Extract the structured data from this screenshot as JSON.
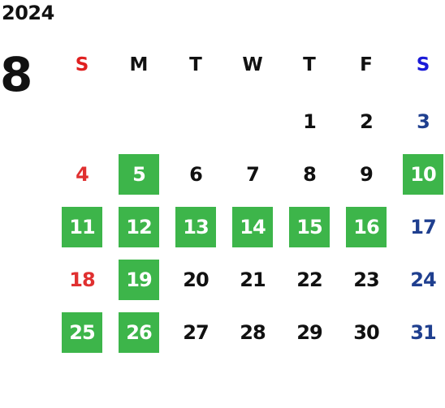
{
  "calendar": {
    "year": "2024",
    "month": "8",
    "weekdays": [
      "S",
      "M",
      "T",
      "W",
      "T",
      "F",
      "S"
    ],
    "first_weekday_index": 4,
    "weeks": [
      [
        "",
        "",
        "",
        "",
        "1",
        "2",
        "3"
      ],
      [
        "4",
        "5",
        "6",
        "7",
        "8",
        "9",
        "10"
      ],
      [
        "11",
        "12",
        "13",
        "14",
        "15",
        "16",
        "17"
      ],
      [
        "18",
        "19",
        "20",
        "21",
        "22",
        "23",
        "24"
      ],
      [
        "25",
        "26",
        "27",
        "28",
        "29",
        "30",
        "31"
      ]
    ],
    "highlighted_days": [
      "5",
      "10",
      "11",
      "12",
      "13",
      "14",
      "15",
      "16",
      "19",
      "25",
      "26"
    ]
  },
  "colors": {
    "highlight_bg": "#3db54a",
    "highlight_text": "#ffffff",
    "weekday_text": "#111111",
    "sunday_header": "#e02020",
    "saturday_header": "#1a1ad8",
    "sunday_date": "#e03030",
    "saturday_date": "#1f3f8f"
  }
}
